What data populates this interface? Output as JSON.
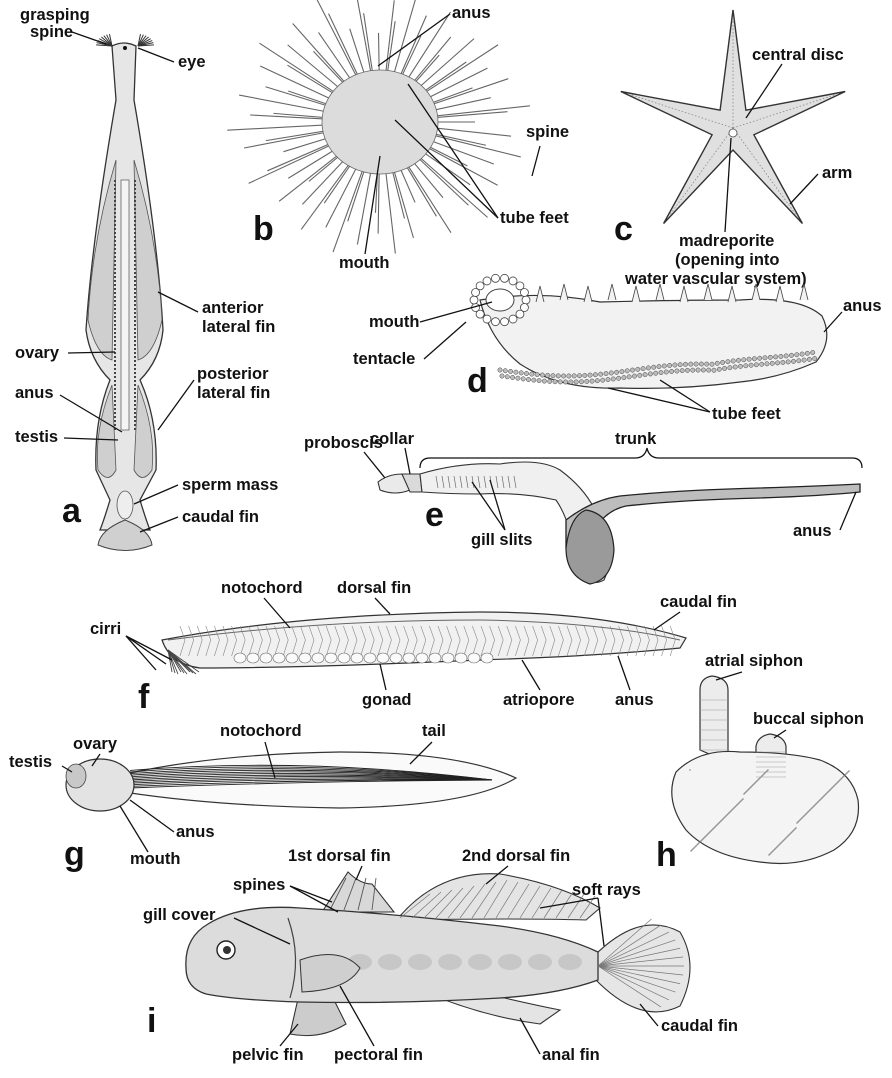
{
  "panels": {
    "a": {
      "letter": "a",
      "labels": {
        "grasping_spine_1": "grasping",
        "grasping_spine_2": "spine",
        "eye": "eye",
        "anterior_lateral_fin_1": "anterior",
        "anterior_lateral_fin_2": "lateral fin",
        "ovary": "ovary",
        "posterior_lateral_fin_1": "posterior",
        "posterior_lateral_fin_2": "lateral fin",
        "anus": "anus",
        "testis": "testis",
        "sperm_mass": "sperm mass",
        "caudal_fin": "caudal fin"
      }
    },
    "b": {
      "letter": "b",
      "labels": {
        "anus": "anus",
        "spine": "spine",
        "tube_feet": "tube feet",
        "mouth": "mouth"
      }
    },
    "c": {
      "letter": "c",
      "labels": {
        "central_disc": "central disc",
        "arm": "arm",
        "madreporite_1": "madreporite",
        "madreporite_2": "(opening into",
        "madreporite_3": "water vascular system)"
      }
    },
    "d": {
      "letter": "d",
      "labels": {
        "mouth": "mouth",
        "tentacle": "tentacle",
        "anus": "anus",
        "tube_feet": "tube feet"
      }
    },
    "e": {
      "letter": "e",
      "labels": {
        "collar": "collar",
        "proboscis": "proboscis",
        "trunk": "trunk",
        "gill_slits": "gill slits",
        "anus": "anus"
      }
    },
    "f": {
      "letter": "f",
      "labels": {
        "notochord": "notochord",
        "dorsal_fin": "dorsal fin",
        "caudal_fin": "caudal fin",
        "cirri": "cirri",
        "gonad": "gonad",
        "atriopore": "atriopore",
        "anus": "anus"
      }
    },
    "g": {
      "letter": "g",
      "labels": {
        "ovary": "ovary",
        "testis": "testis",
        "notochord": "notochord",
        "tail": "tail",
        "anus": "anus",
        "mouth": "mouth"
      }
    },
    "h": {
      "letter": "h",
      "labels": {
        "atrial_siphon": "atrial siphon",
        "buccal_siphon": "buccal siphon"
      }
    },
    "i": {
      "letter": "i",
      "labels": {
        "first_dorsal_fin": "1st dorsal fin",
        "second_dorsal_fin": "2nd dorsal fin",
        "spines": "spines",
        "soft_rays": "soft rays",
        "gill_cover": "gill cover",
        "caudal_fin": "caudal fin",
        "pelvic_fin": "pelvic fin",
        "pectoral_fin": "pectoral fin",
        "anal_fin": "anal fin"
      }
    }
  }
}
